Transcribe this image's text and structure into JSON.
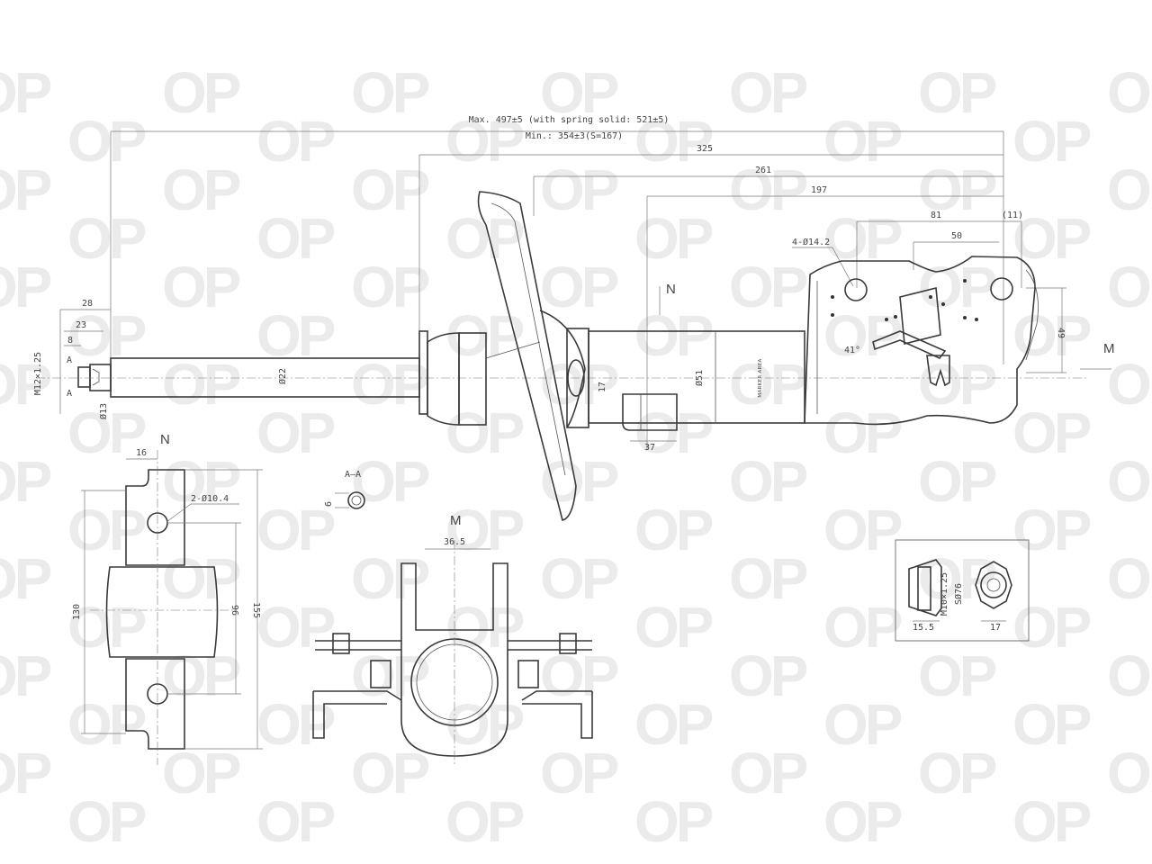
{
  "watermark": {
    "text": "OP",
    "color": "#dcdcdc"
  },
  "dimensions": {
    "max_length": "Max. 497±5 (with spring solid: 521±5)",
    "min_length": "Min.: 354±3(S=167)",
    "d325": "325",
    "d261": "261",
    "d197": "197",
    "d81": "81",
    "d11": "(11)",
    "d50": "50",
    "holes_4": "4-Ø14.2",
    "d49": "49",
    "d28": "28",
    "d23": "23",
    "d8": "8",
    "thread": "M12×1.25",
    "d13": "Ø13",
    "d22": "Ø22",
    "d51": "Ø51",
    "d17": "17",
    "d37": "37",
    "d16": "16",
    "holes_2": "2-Ø10.4",
    "d130": "130",
    "d96": "96",
    "d155": "155",
    "d6": "6",
    "d365": "36.5",
    "nut_thread": "M10×1.25",
    "nut_washer": "SØ76",
    "d155b": "15.5",
    "d17b": "17"
  },
  "labels": {
    "N_top": "N",
    "M_right": "M",
    "N_view": "N",
    "M_view": "M",
    "AA": "A–A",
    "A_left_1": "A",
    "A_left_2": "A",
    "marker": "MARKER AREA",
    "angle": "41°"
  }
}
